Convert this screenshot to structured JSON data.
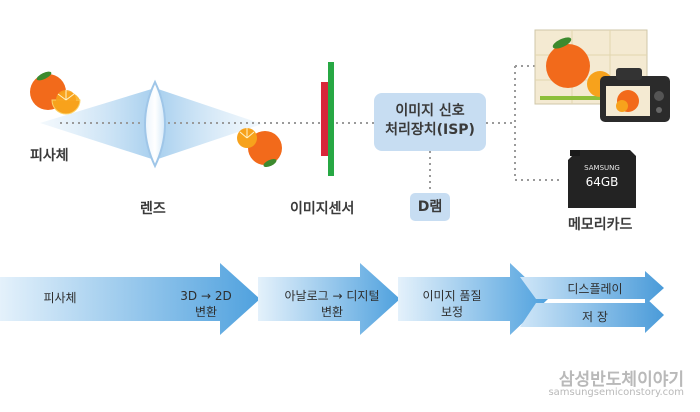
{
  "labels": {
    "subject": "피사체",
    "lens": "렌즈",
    "image_sensor": "이미지센서",
    "isp_line1": "이미지 신호",
    "isp_line2": "처리장치(ISP)",
    "dram": "D램",
    "memory_card": "메모리카드"
  },
  "memory_card": {
    "brand": "SAMSUNG",
    "capacity": "64GB"
  },
  "flow": {
    "steps": [
      {
        "line1": "피사체",
        "line2": ""
      },
      {
        "line1": "3D → 2D",
        "line2": "변환"
      },
      {
        "line1": "아날로그 → 디지털",
        "line2": "변환"
      },
      {
        "line1": "이미지 품질",
        "line2": "보정"
      }
    ],
    "outputs": [
      "디스플레이",
      "저 장"
    ]
  },
  "brand": {
    "name": "삼성반도체이야기",
    "url": "samsungsemiconstory.com"
  },
  "colors": {
    "orange": "#f26a1b",
    "sensor_red": "#d9263a",
    "sensor_green": "#27a844",
    "arrow_blue": "#4fa1de",
    "box_blue": "#c7ddf2"
  }
}
